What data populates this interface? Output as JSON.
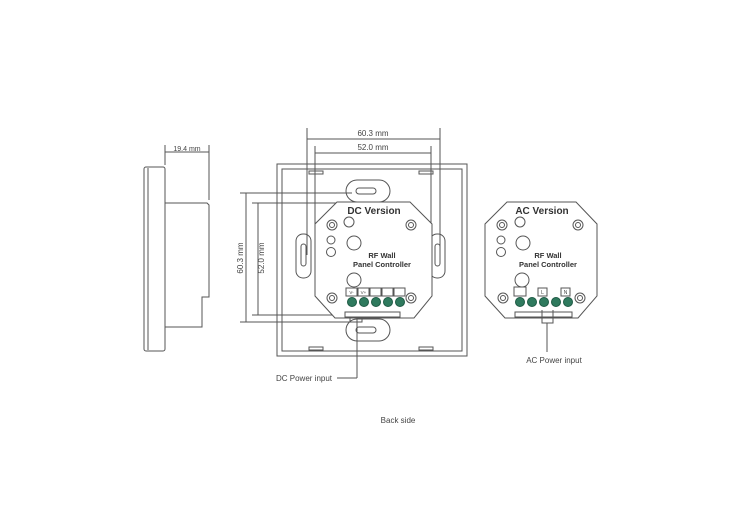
{
  "side_view": {
    "depth_dim": "19.4 mm"
  },
  "back_view": {
    "width_outer_dim": "60.3 mm",
    "width_inner_dim": "52.0 mm",
    "height_outer_dim": "60.3 mm",
    "height_inner_dim": "52.0 mm"
  },
  "dc_module": {
    "title": "DC Version",
    "name_line1": "RF Wall",
    "name_line2": "Panel Controller",
    "terminal_labels": [
      "V-",
      "V+",
      "",
      "",
      ""
    ],
    "power_label": "DC Power input"
  },
  "ac_module": {
    "title": "AC Version",
    "name_line1": "RF Wall",
    "name_line2": "Panel Controller",
    "terminal_labels": [
      "",
      "L",
      "N"
    ],
    "power_label": "AC Power input"
  },
  "caption": "Back side",
  "colors": {
    "terminal": "#2f7a5e",
    "line": "#555555"
  }
}
